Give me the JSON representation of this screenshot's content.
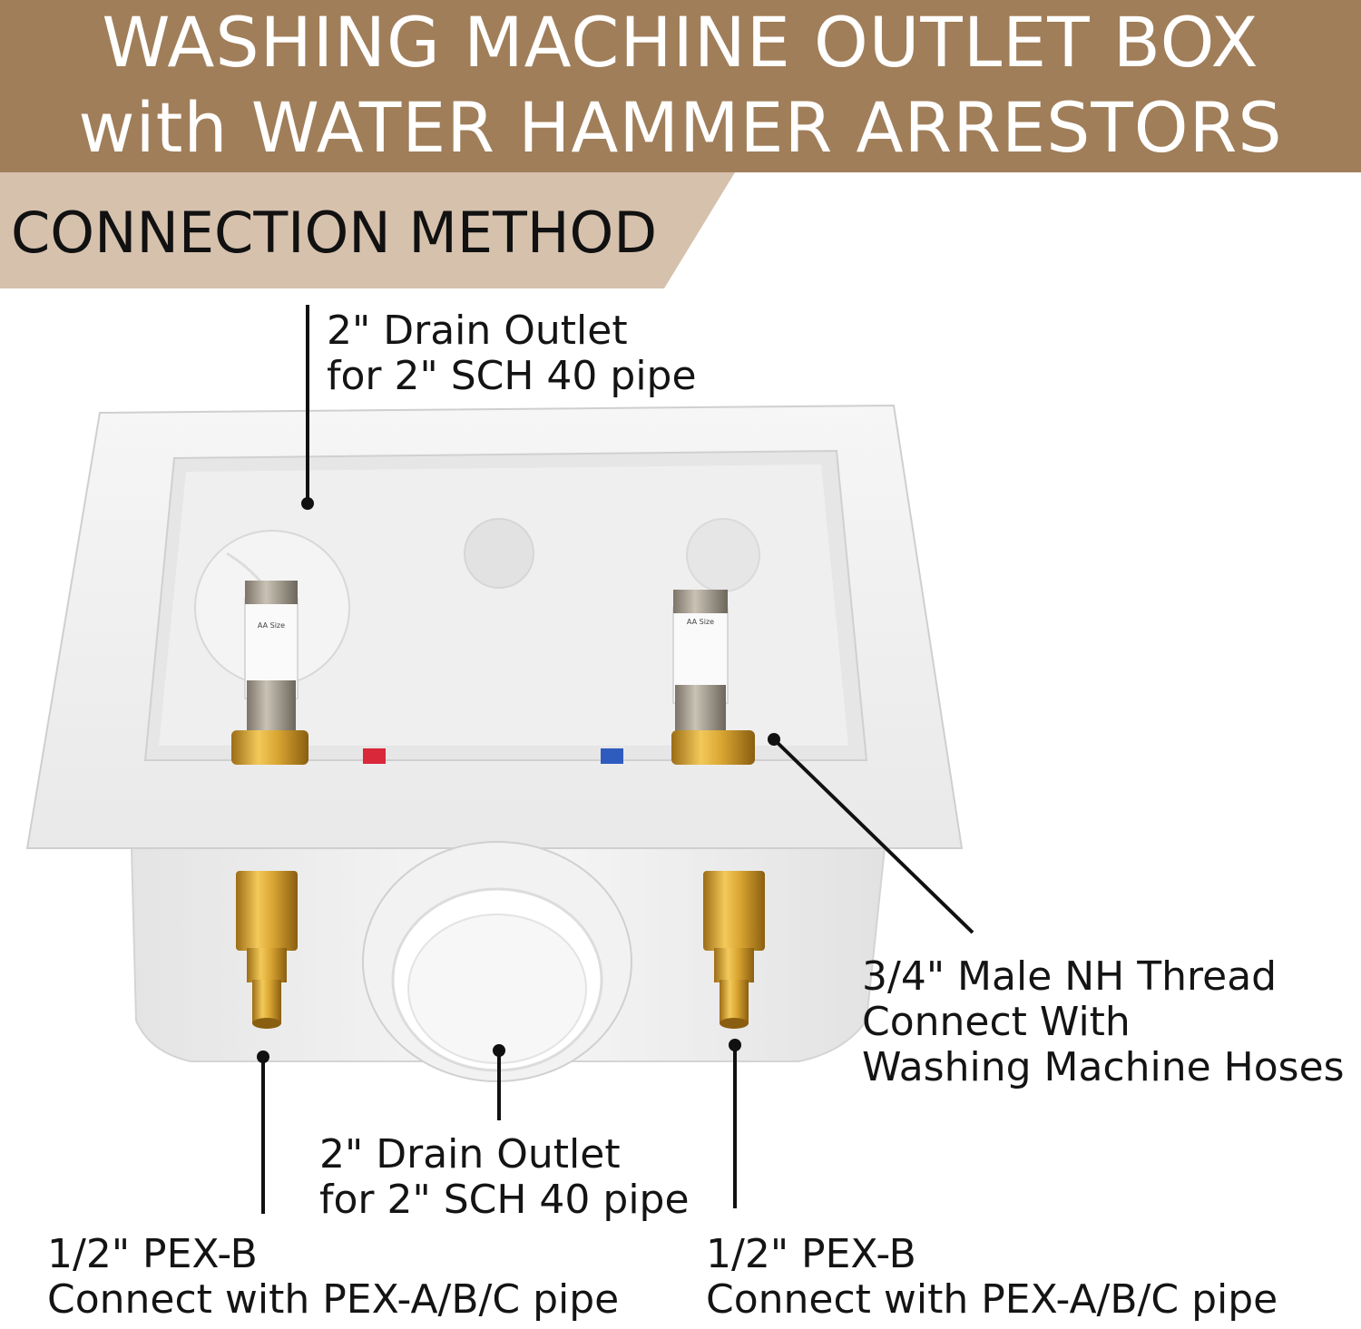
{
  "header": {
    "line1": "WASHING MACHINE OUTLET BOX",
    "line2": "with WATER HAMMER ARRESTORS",
    "background_color": "#a07e59"
  },
  "banner": {
    "text": "CONNECTION METHOD",
    "background_color": "#d6c1ad"
  },
  "callouts": {
    "top_drain": {
      "line1": "2\" Drain Outlet",
      "line2": "for 2\" SCH 40 pipe"
    },
    "male_thread": {
      "line1": "3/4\" Male NH Thread",
      "line2": "Connect With",
      "line3": "Washing Machine Hoses"
    },
    "bottom_drain": {
      "line1": "2\" Drain Outlet",
      "line2": "for 2\" SCH 40 pipe"
    },
    "pex_left": {
      "line1": "1/2\" PEX-B",
      "line2": "Connect with PEX-A/B/C pipe"
    },
    "pex_right": {
      "line1": "1/2\" PEX-B",
      "line2": "Connect with PEX-A/B/C pipe"
    }
  },
  "product_image": {
    "arrestor_label": "AA Size",
    "hot_color": "#d8283a",
    "cold_color": "#2f5bbf",
    "brass_color": "#d9a532"
  }
}
